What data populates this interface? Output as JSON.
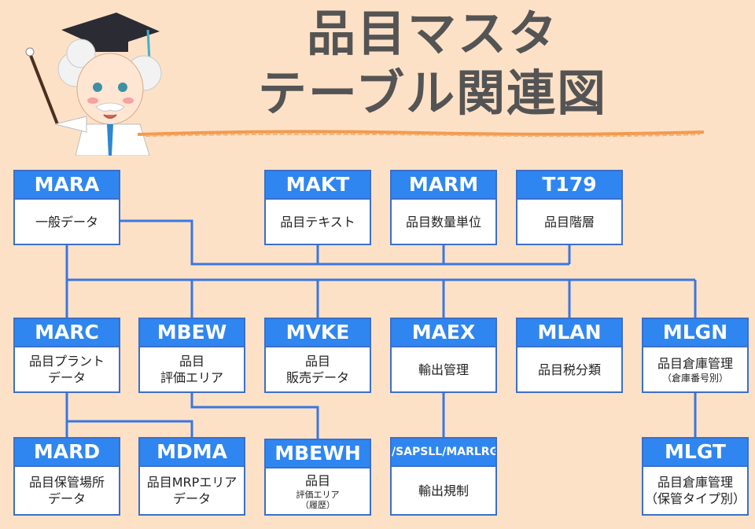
{
  "title": {
    "line1": "品目マスタ",
    "line2": "テーブル関連図"
  },
  "tables": {
    "mara": {
      "name": "MARA",
      "desc1": "一般データ"
    },
    "makt": {
      "name": "MAKT",
      "desc1": "品目テキスト"
    },
    "marm": {
      "name": "MARM",
      "desc1": "品目数量単位"
    },
    "t179": {
      "name": "T179",
      "desc1": "品目階層"
    },
    "marc": {
      "name": "MARC",
      "desc1": "品目プラント",
      "desc2": "データ"
    },
    "mbew": {
      "name": "MBEW",
      "desc1": "品目",
      "desc2": "評価エリア"
    },
    "mvke": {
      "name": "MVKE",
      "desc1": "品目",
      "desc2": "販売データ"
    },
    "maex": {
      "name": "MAEX",
      "desc1": "輸出管理"
    },
    "mlan": {
      "name": "MLAN",
      "desc1": "品目税分類"
    },
    "mlgn": {
      "name": "MLGN",
      "desc1": "品目倉庫管理",
      "note": "（倉庫番号別）"
    },
    "mard": {
      "name": "MARD",
      "desc1": "品目保管場所",
      "desc2": "データ"
    },
    "mdma": {
      "name": "MDMA",
      "desc1": "品目MRPエリア",
      "desc2": "データ"
    },
    "mbewh": {
      "name": "MBEWH",
      "desc1": "品目",
      "desc2": "評価エリア",
      "desc3": "（履歴）"
    },
    "sapsll": {
      "name": "/SAPSLL/MARLRG",
      "desc1": "輸出規制"
    },
    "mlgt": {
      "name": "MLGT",
      "desc1": "品目倉庫管理",
      "desc2": "（保管タイプ別）"
    }
  },
  "colors": {
    "header": "#2f86f0",
    "border": "#3b6fc9",
    "line": "#3b76e0",
    "title": "#545454",
    "background": "#fde1c7",
    "underline": "#f39a4e"
  },
  "icons": {
    "professor": "professor-mascot-icon"
  }
}
